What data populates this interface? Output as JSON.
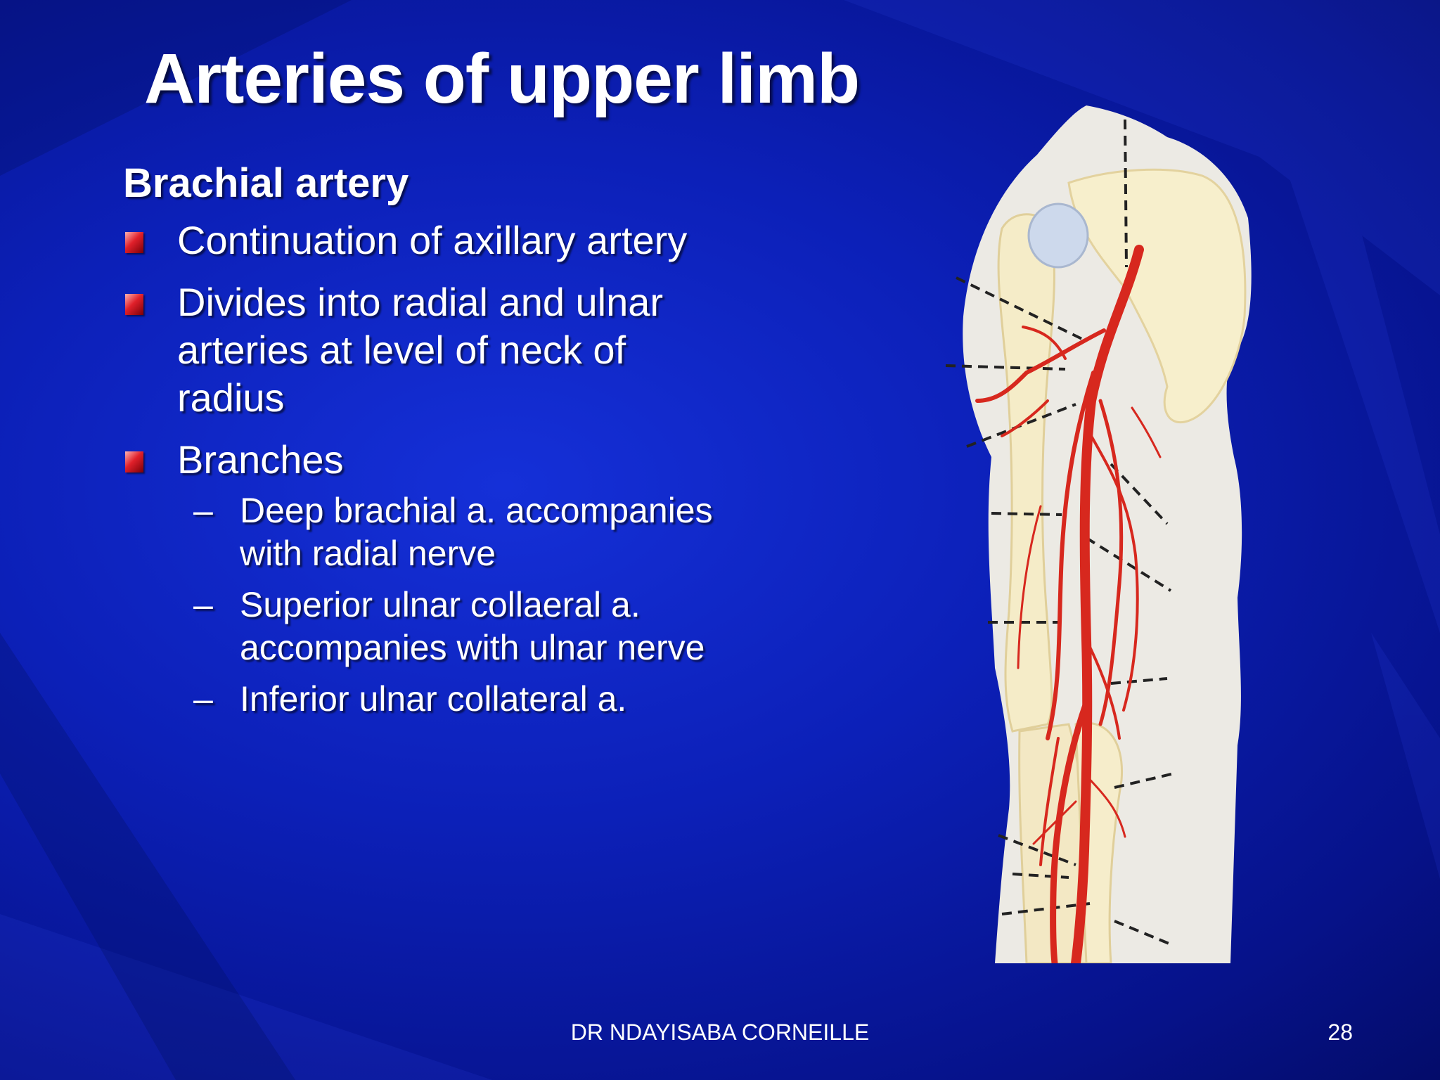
{
  "slide": {
    "title": "Arteries of upper limb",
    "subheading": "Brachial artery",
    "bullets": [
      {
        "text": "Continuation of axillary artery"
      },
      {
        "text": "Divides into radial and ulnar arteries at level of neck of radius"
      },
      {
        "text": "Branches"
      }
    ],
    "branches": [
      {
        "text": "Deep brachial a. accompanies with radial nerve"
      },
      {
        "text": "Superior ulnar collaeral a. accompanies with ulnar nerve"
      },
      {
        "text": "Inferior ulnar collateral a."
      }
    ],
    "footer": "DR NDAYISABA CORNEILLE",
    "page_number": "28",
    "dash_symbol": "–"
  },
  "theme": {
    "background": "#0c20b8",
    "bullet_color": "#e0202a",
    "artery_color": "#d7281e",
    "bone_color": "#f5ecc8"
  },
  "figure": {
    "icon": "arm-arteries-illustration"
  }
}
